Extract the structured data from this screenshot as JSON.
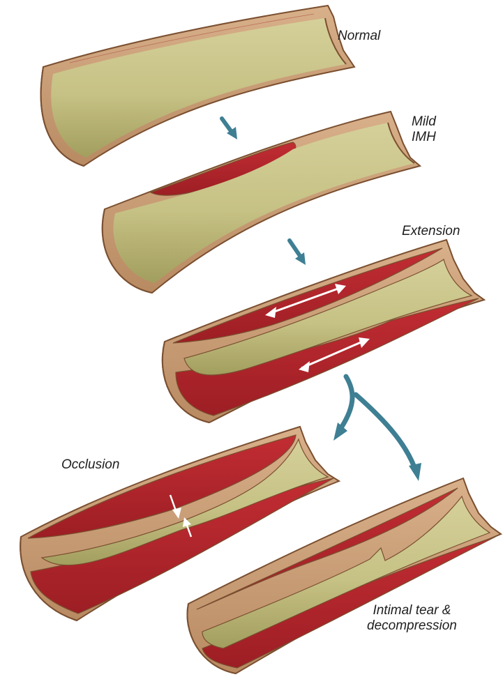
{
  "labels": {
    "normal": "Normal",
    "mild_line1": "Mild",
    "mild_line2": "IMH",
    "extension": "Extension",
    "occlusion": "Occlusion",
    "tear_line1": "Intimal tear &",
    "tear_line2": "decompression"
  },
  "colors": {
    "wall": "#c9a17a",
    "wall_dark": "#8b5e3c",
    "lumen": "#c9c48a",
    "lumen_shadow": "#a9a565",
    "hematoma": "#b0242b",
    "arrow": "#3e7f93",
    "strain_arrow": "#ffffff"
  },
  "stages": [
    "Normal",
    "Mild IMH",
    "Extension",
    "Occlusion",
    "Intimal tear & decompression"
  ]
}
